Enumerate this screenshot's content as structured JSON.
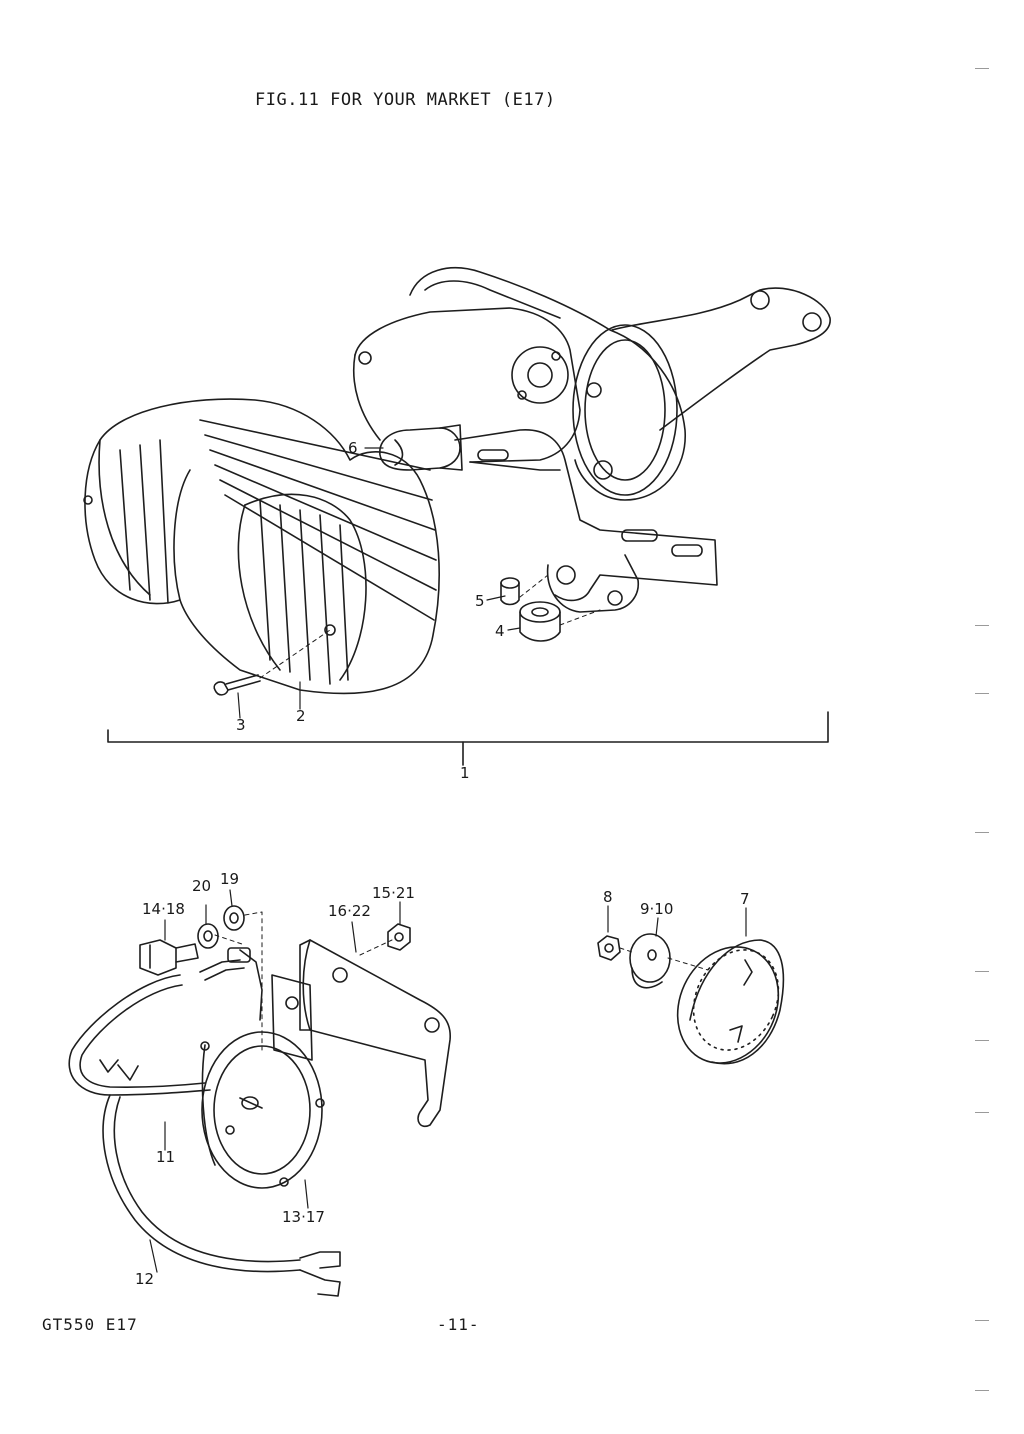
{
  "figure": {
    "title": "FIG.11  FOR YOUR MARKET (E17)"
  },
  "callouts": [
    {
      "id": "c1",
      "text": "1"
    },
    {
      "id": "c2",
      "text": "2"
    },
    {
      "id": "c3",
      "text": "3"
    },
    {
      "id": "c4",
      "text": "4"
    },
    {
      "id": "c5",
      "text": "5"
    },
    {
      "id": "c6",
      "text": "6"
    },
    {
      "id": "c7",
      "text": "7"
    },
    {
      "id": "c8",
      "text": "8"
    },
    {
      "id": "c9",
      "text": "9·10"
    },
    {
      "id": "c11",
      "text": "11"
    },
    {
      "id": "c12",
      "text": "12"
    },
    {
      "id": "c13",
      "text": "13·17"
    },
    {
      "id": "c14",
      "text": "14·18"
    },
    {
      "id": "c15",
      "text": "15·21"
    },
    {
      "id": "c16",
      "text": "16·22"
    },
    {
      "id": "c19",
      "text": "19"
    },
    {
      "id": "c20",
      "text": "20"
    }
  ],
  "footer": {
    "model": "GT550  E17",
    "page_number": "-11-"
  }
}
